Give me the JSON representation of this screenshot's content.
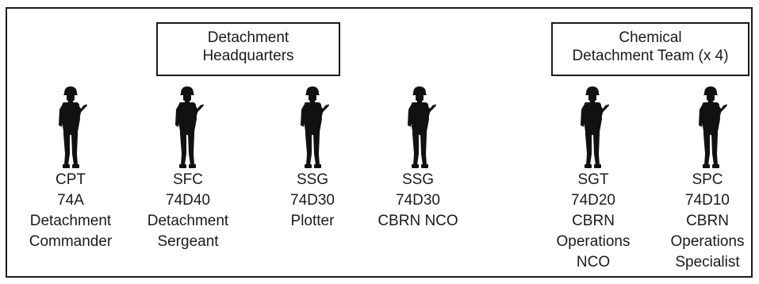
{
  "headers": {
    "detachment_hq": {
      "line1": "Detachment",
      "line2": "Headquarters"
    },
    "chem_team": {
      "line1": "Chemical",
      "line2": "Detachment Team (x 4)"
    }
  },
  "icon": "soldier-silhouette-icon",
  "personnel": [
    {
      "rank": "CPT",
      "mos": "74A",
      "role_lines": [
        "Detachment",
        "Commander"
      ]
    },
    {
      "rank": "SFC",
      "mos": "74D40",
      "role_lines": [
        "Detachment",
        "Sergeant"
      ]
    },
    {
      "rank": "SSG",
      "mos": "74D30",
      "role_lines": [
        "Plotter"
      ]
    },
    {
      "rank": "SSG",
      "mos": "74D30",
      "role_lines": [
        "CBRN NCO"
      ]
    },
    {
      "rank": "SGT",
      "mos": "74D20",
      "role_lines": [
        "CBRN",
        "Operations",
        "NCO"
      ]
    },
    {
      "rank": "SPC",
      "mos": "74D10",
      "role_lines": [
        "CBRN",
        "Operations",
        "Specialist"
      ]
    }
  ]
}
